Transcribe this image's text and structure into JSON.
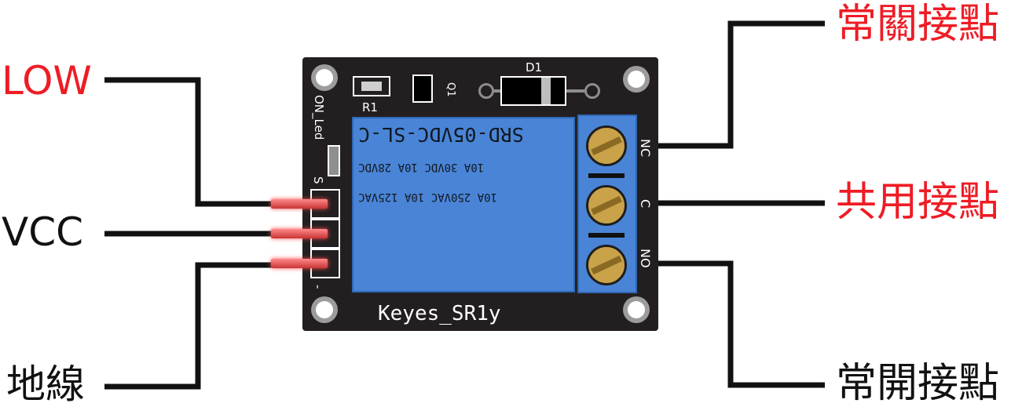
{
  "labels": {
    "low": "LOW",
    "vcc": "VCC",
    "ground": "地線",
    "nc_contact": "常關接點",
    "common_contact": "共用接點",
    "no_contact": "常開接點"
  },
  "board": {
    "name": "Keyes_SR1y",
    "components": {
      "resistor": "R1",
      "transistor": "Q1",
      "diode": "D1",
      "led": "ON_Led",
      "signal_pin": "S",
      "ground_pin": "-"
    },
    "relay": {
      "model": "SRD-05VDC-SL-C",
      "rating_dc": "10A 30VDC 10A 28VDC",
      "rating_ac": "10A 250VAC 10A 125VAC"
    },
    "terminals": {
      "nc": "NC",
      "c": "C",
      "no": "NO"
    }
  },
  "colors": {
    "highlight": "#ee1c25",
    "board": "#231f20",
    "relay": "#4a84d6",
    "screw": "#c9a24a"
  }
}
